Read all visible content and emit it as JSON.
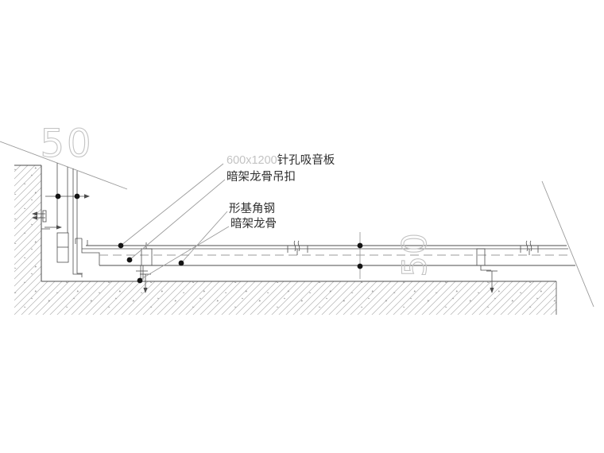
{
  "drawing": {
    "type": "ceiling-suspension-detail",
    "dimensions": {
      "wall_gap": "50",
      "panel_gap": "50"
    },
    "labels": {
      "panel_size": "600x1200",
      "panel_name": "针孔吸音板",
      "hanger_clip": "暗架龙骨吊扣",
      "angle_steel": "形基角钢",
      "concealed_keel": "暗架龙骨"
    },
    "colors": {
      "ink": "#2f2f2f",
      "line": "#4d4d4d",
      "light": "#9b9b9b",
      "hatch": "#b3b3b3",
      "speck": "#9e9e9e",
      "dim": "#c3c3c3",
      "dot": "#141414",
      "bg": "#ffffff"
    }
  }
}
